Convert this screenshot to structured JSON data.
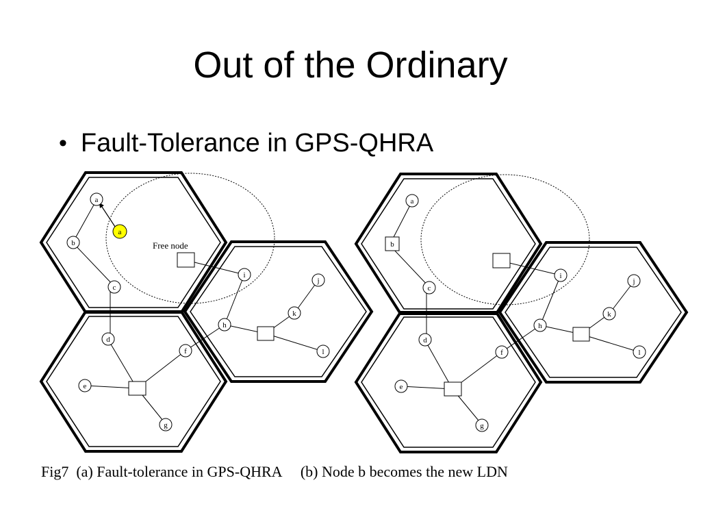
{
  "slide": {
    "title": "Out of the Ordinary",
    "bullet": "Fault-Tolerance in GPS-QHRA",
    "caption": "Fig7  (a) Fault-tolerance in GPS-QHRA     (b) Node b becomes the new LDN"
  },
  "diagram_a": {
    "free_node_label": "Free node",
    "nodes": [
      "a",
      "a",
      "b",
      "c",
      "d",
      "e",
      "f",
      "g",
      "h",
      "i",
      "j",
      "k",
      "l"
    ]
  },
  "diagram_b": {
    "nodes": [
      "a",
      "b",
      "c",
      "d",
      "e",
      "f",
      "g",
      "h",
      "i",
      "j",
      "k",
      "l"
    ]
  },
  "colors": {
    "highlight": "#ffff00",
    "ink": "#000000"
  }
}
